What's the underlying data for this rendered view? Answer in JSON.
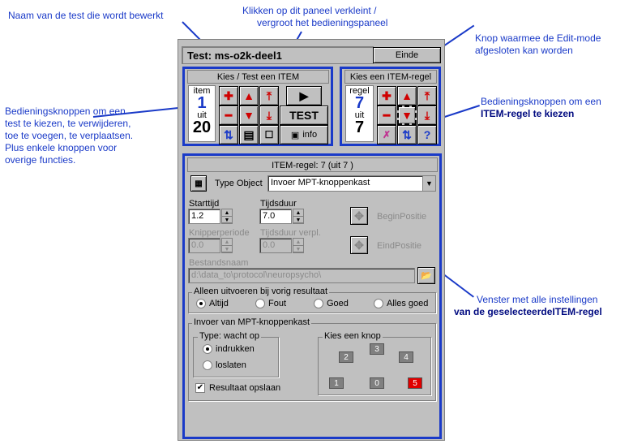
{
  "annotations": {
    "naam_test": "Naam van de test die wordt bewerkt",
    "klikken": [
      "Klikken op dit paneel verkleint /",
      "vergroot het bedieningspaneel"
    ],
    "knop_edit": [
      "Knop waarmee de Edit-mode",
      "afgesloten kan worden"
    ],
    "bediening_test": [
      "Bedieningsknoppen om een",
      "test te kiezen, te verwijderen,",
      "toe te voegen, te verplaatsen.",
      "Plus enkele knoppen voor",
      "overige functies."
    ],
    "bediening_item": [
      "Bedieningsknoppen om een",
      "ITEM-regel te kiezen"
    ],
    "venster": [
      "Venster met alle instellingen",
      "van de geselecteerdeITEM-regel"
    ]
  },
  "header": {
    "title": "Test: ms-o2k-deel1",
    "einde_label": "Einde"
  },
  "test_panel": {
    "title": "Kies / Test een ITEM",
    "counter": {
      "label_top": "item",
      "value_top": "1",
      "label_mid": "uit",
      "value_bottom": "20"
    },
    "test_label": "TEST",
    "info_label": "info"
  },
  "item_panel": {
    "title": "Kies een ITEM-regel",
    "counter": {
      "label_top": "regel",
      "value_top": "7",
      "label_mid": "uit",
      "value_bottom": "7"
    }
  },
  "item_regel": {
    "title": "ITEM-regel:  7 (uit  7 )",
    "type_object_label": "Type Object",
    "type_object_value": "Invoer MPT-knoppenkast",
    "starttijd_label": "Starttijd",
    "starttijd_value": "1.2",
    "tijdsduur_label": "Tijdsduur",
    "tijdsduur_value": "7.0",
    "beginpositie_label": "BeginPositie",
    "knipperperiode_label": "Knipperperiode",
    "knipperperiode_value": "0.0",
    "tijdsduur_verpl_label": "Tijdsduur verpl.",
    "tijdsduur_verpl_value": "0.0",
    "eindpositie_label": "EindPositie",
    "bestandsnaam_label": "Bestandsnaam",
    "bestandsnaam_value": "d:\\data_to\\protocol\\neuropsycho\\",
    "alleen_title": "Alleen uitvoeren bij vorig resultaat",
    "alleen_options": [
      "Altijd",
      "Fout",
      "Goed",
      "Alles goed"
    ],
    "alleen_selected": "Altijd",
    "invoer_title": "Invoer van MPT-knoppenkast",
    "type_title": "Type: wacht op",
    "type_options": [
      "indrukken",
      "loslaten"
    ],
    "type_selected": "indrukken",
    "resultaat_label": "Resultaat opslaan",
    "resultaat_checked": true,
    "kies_knop_title": "Kies een knop",
    "knoppen": [
      "3",
      "2",
      "4",
      "1",
      "0",
      "5"
    ],
    "knop_selected": "5"
  }
}
